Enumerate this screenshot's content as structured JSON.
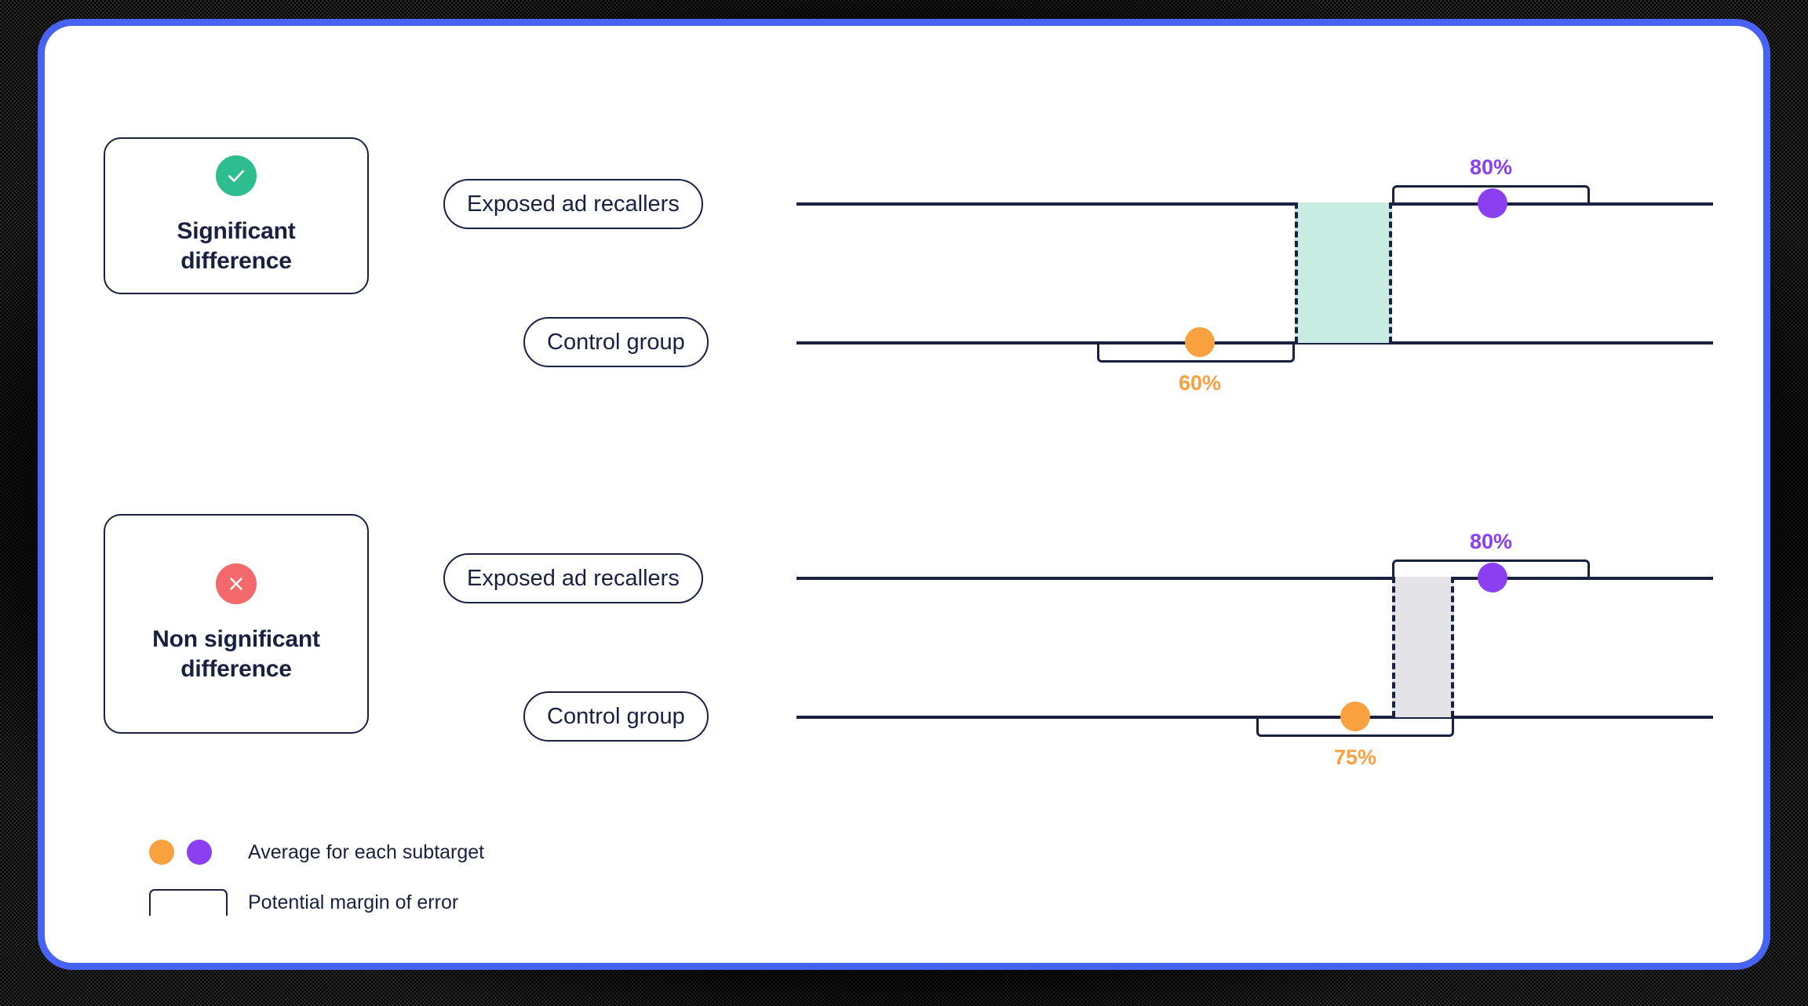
{
  "colors": {
    "frame": "#4763f4",
    "ink": "#1a2040",
    "orange": "#f9a03f",
    "purple": "#8a3ff0",
    "green_band": "#c8ebe2",
    "gray_band": "#e4e3e8",
    "success": "#2ebd8e",
    "danger": "#f4696b",
    "white": "#ffffff"
  },
  "panels": [
    {
      "id": "significant",
      "card": {
        "icon": "check-circle-icon",
        "icon_glyph": "check",
        "title_line1": "Significant",
        "title_line2": "difference"
      },
      "rows": [
        {
          "key": "exposed",
          "label": "Exposed ad recallers"
        },
        {
          "key": "control",
          "label": "Control group"
        }
      ],
      "values": {
        "exposed": "80%",
        "control": "60%"
      },
      "band_style": "significant"
    },
    {
      "id": "non-significant",
      "card": {
        "icon": "x-circle-icon",
        "icon_glyph": "cross",
        "title_line1": "Non significant",
        "title_line2": "difference"
      },
      "rows": [
        {
          "key": "exposed",
          "label": "Exposed ad recallers"
        },
        {
          "key": "control",
          "label": "Control group"
        }
      ],
      "values": {
        "exposed": "80%",
        "control": "75%"
      },
      "band_style": "non-significant"
    }
  ],
  "legend": {
    "items": [
      {
        "type": "dots",
        "label": "Average for each subtarget"
      },
      {
        "type": "bracket",
        "label": "Potential margin of error"
      }
    ]
  },
  "chart_data": {
    "type": "scatter",
    "title": "",
    "xlabel": "",
    "ylabel": "",
    "charts": [
      {
        "name": "Significant difference",
        "series": [
          {
            "name": "Exposed ad recallers",
            "value": 80,
            "value_label": "80%",
            "color": "#8a3ff0",
            "ci_low": 74,
            "ci_high": 86
          },
          {
            "name": "Control group",
            "value": 60,
            "value_label": "60%",
            "color": "#f9a03f",
            "ci_low": 54,
            "ci_high": 66
          }
        ],
        "gap_band": {
          "from": 66,
          "to": 74,
          "fill": "#c8ebe2",
          "overlap": false
        },
        "conclusion": "Significant difference"
      },
      {
        "name": "Non significant difference",
        "series": [
          {
            "name": "Exposed ad recallers",
            "value": 80,
            "value_label": "80%",
            "color": "#8a3ff0",
            "ci_low": 74,
            "ci_high": 86
          },
          {
            "name": "Control group",
            "value": 75,
            "value_label": "75%",
            "color": "#f9a03f",
            "ci_low": 69,
            "ci_high": 79
          }
        ],
        "gap_band": {
          "from": 74,
          "to": 79,
          "fill": "#e4e3e8",
          "overlap": true
        },
        "conclusion": "Non significant difference"
      }
    ],
    "legend": [
      "Average for each subtarget",
      "Potential margin of error"
    ],
    "legend_position": "bottom-left",
    "grid": false
  }
}
